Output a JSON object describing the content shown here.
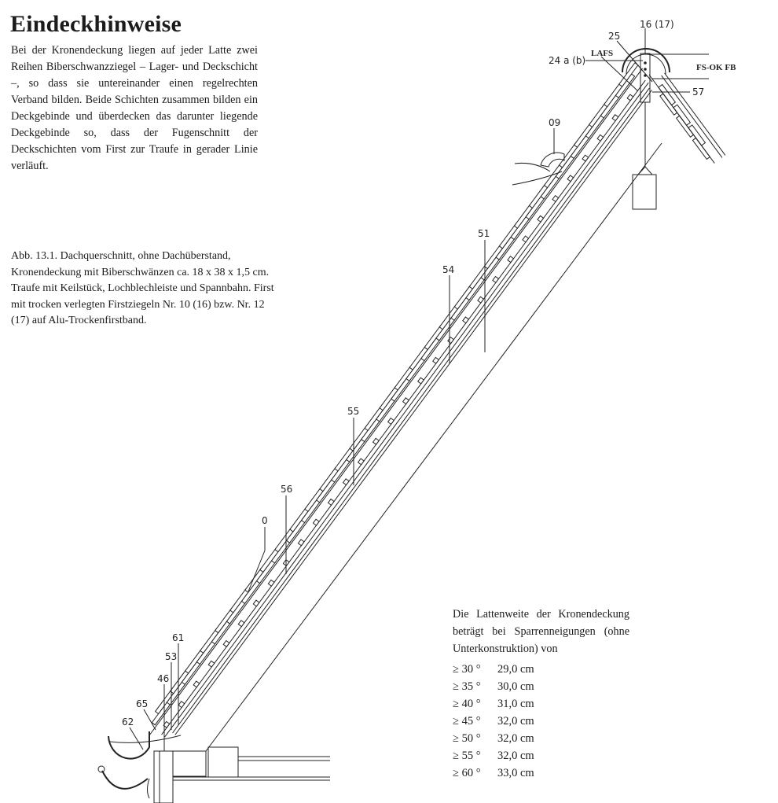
{
  "heading": "Eindeckhinweise",
  "intro": "Bei der Kronendeckung liegen auf jeder Latte zwei Reihen Biberschwanzziegel – Lager- und Deckschicht –, so dass sie untereinander einen regelrechten Verband bilden. Beide Schichten zusammen bilden ein Deckgebinde und überdecken das darunter liegende Deckgebinde so, dass der Fugenschnitt der Deckschichten vom First zur Traufe in gerader Linie verläuft.",
  "caption": "Abb. 13.1. Dachquerschnitt, ohne Dachüberstand, Kronendeckung mit Biberschwänzen ca. 18 x 38 x 1,5 cm. Traufe mit Keilstück, Lochblechleiste und Spannbahn. First mit trocken verlegten Firstziegeln Nr. 10 (16) bzw. Nr. 12 (17) auf Alu-Trockenfirstband.",
  "table": {
    "intro": "Die Lattenweite der Kronendeckung beträgt bei Sparrenneigungen (ohne Unterkonstruktion) von",
    "rows": [
      {
        "angle": "≥ 30 °",
        "value": "29,0 cm"
      },
      {
        "angle": "≥ 35 °",
        "value": "30,0 cm"
      },
      {
        "angle": "≥ 40 °",
        "value": "31,0 cm"
      },
      {
        "angle": "≥ 45 °",
        "value": "32,0 cm"
      },
      {
        "angle": "≥ 50 °",
        "value": "32,0 cm"
      },
      {
        "angle": "≥ 55 °",
        "value": "32,0 cm"
      },
      {
        "angle": "≥ 60 °",
        "value": "33,0 cm"
      }
    ]
  },
  "diagram": {
    "labels": {
      "l16": "16 (17)",
      "l25": "25",
      "lafs": "LAFS",
      "l24": "24 a (b)",
      "fsok": "FS-OK FB",
      "l57": "57",
      "l09": "09",
      "l51": "51",
      "l54": "54",
      "l55": "55",
      "l56": "56",
      "l0": "0",
      "l61": "61",
      "l53": "53",
      "l46": "46",
      "l65": "65",
      "l62": "62"
    }
  }
}
